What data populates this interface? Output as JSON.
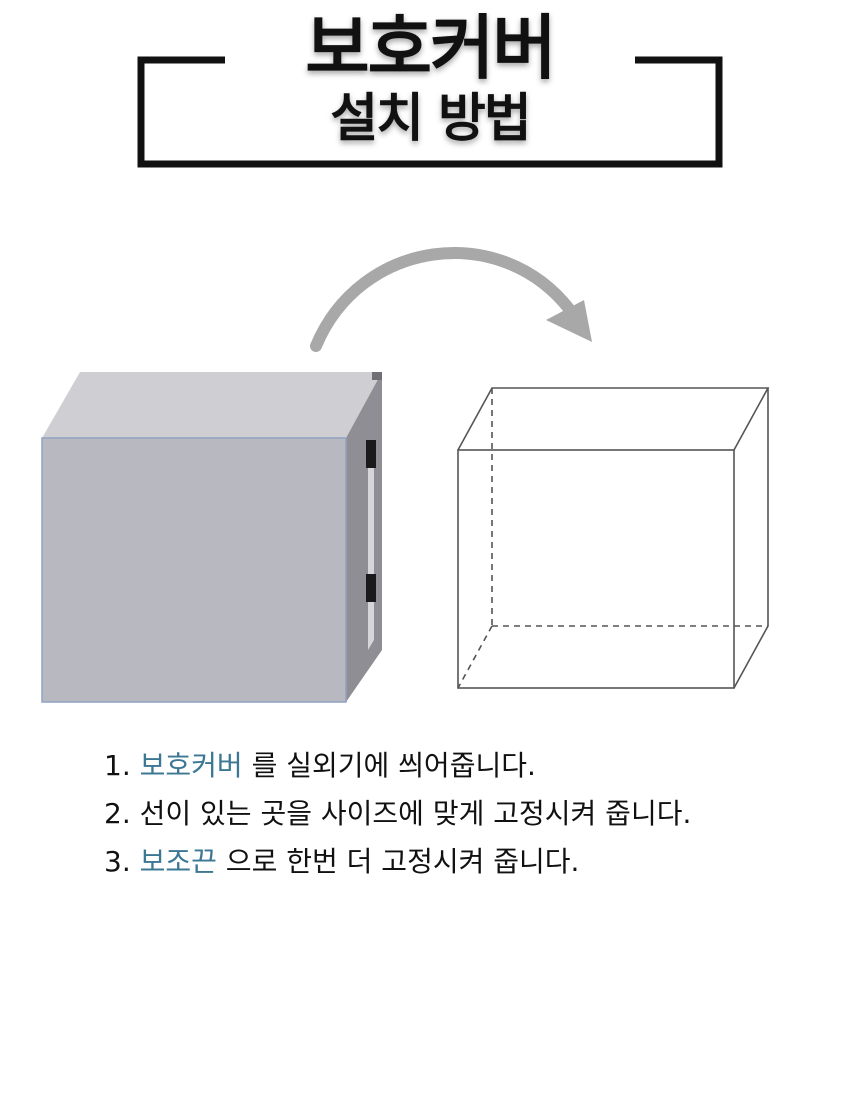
{
  "title": {
    "line1": "보호커버",
    "line2": "설치 방법"
  },
  "illustration": {
    "left_icon": "covered-outdoor-unit-icon",
    "arrow_icon": "curved-arrow-right-icon",
    "right_icon": "wireframe-box-icon",
    "colors": {
      "cover_front": "#b8b8c0",
      "cover_top": "#cfcfd3",
      "cover_side": "#8e8e94",
      "arrow": "#a8a8a8",
      "wireframe": "#555555"
    }
  },
  "steps": [
    {
      "number": "1.",
      "highlight": "보호커버",
      "text": " 를 실외기에 씌어줍니다."
    },
    {
      "number": "2.",
      "highlight": "",
      "text": " 선이 있는 곳을 사이즈에 맞게 고정시켜 줍니다."
    },
    {
      "number": "3.",
      "highlight": "보조끈",
      "text": " 으로 한번 더 고정시켜 줍니다."
    }
  ],
  "colors": {
    "highlight": "#3c7794",
    "text": "#111111"
  }
}
